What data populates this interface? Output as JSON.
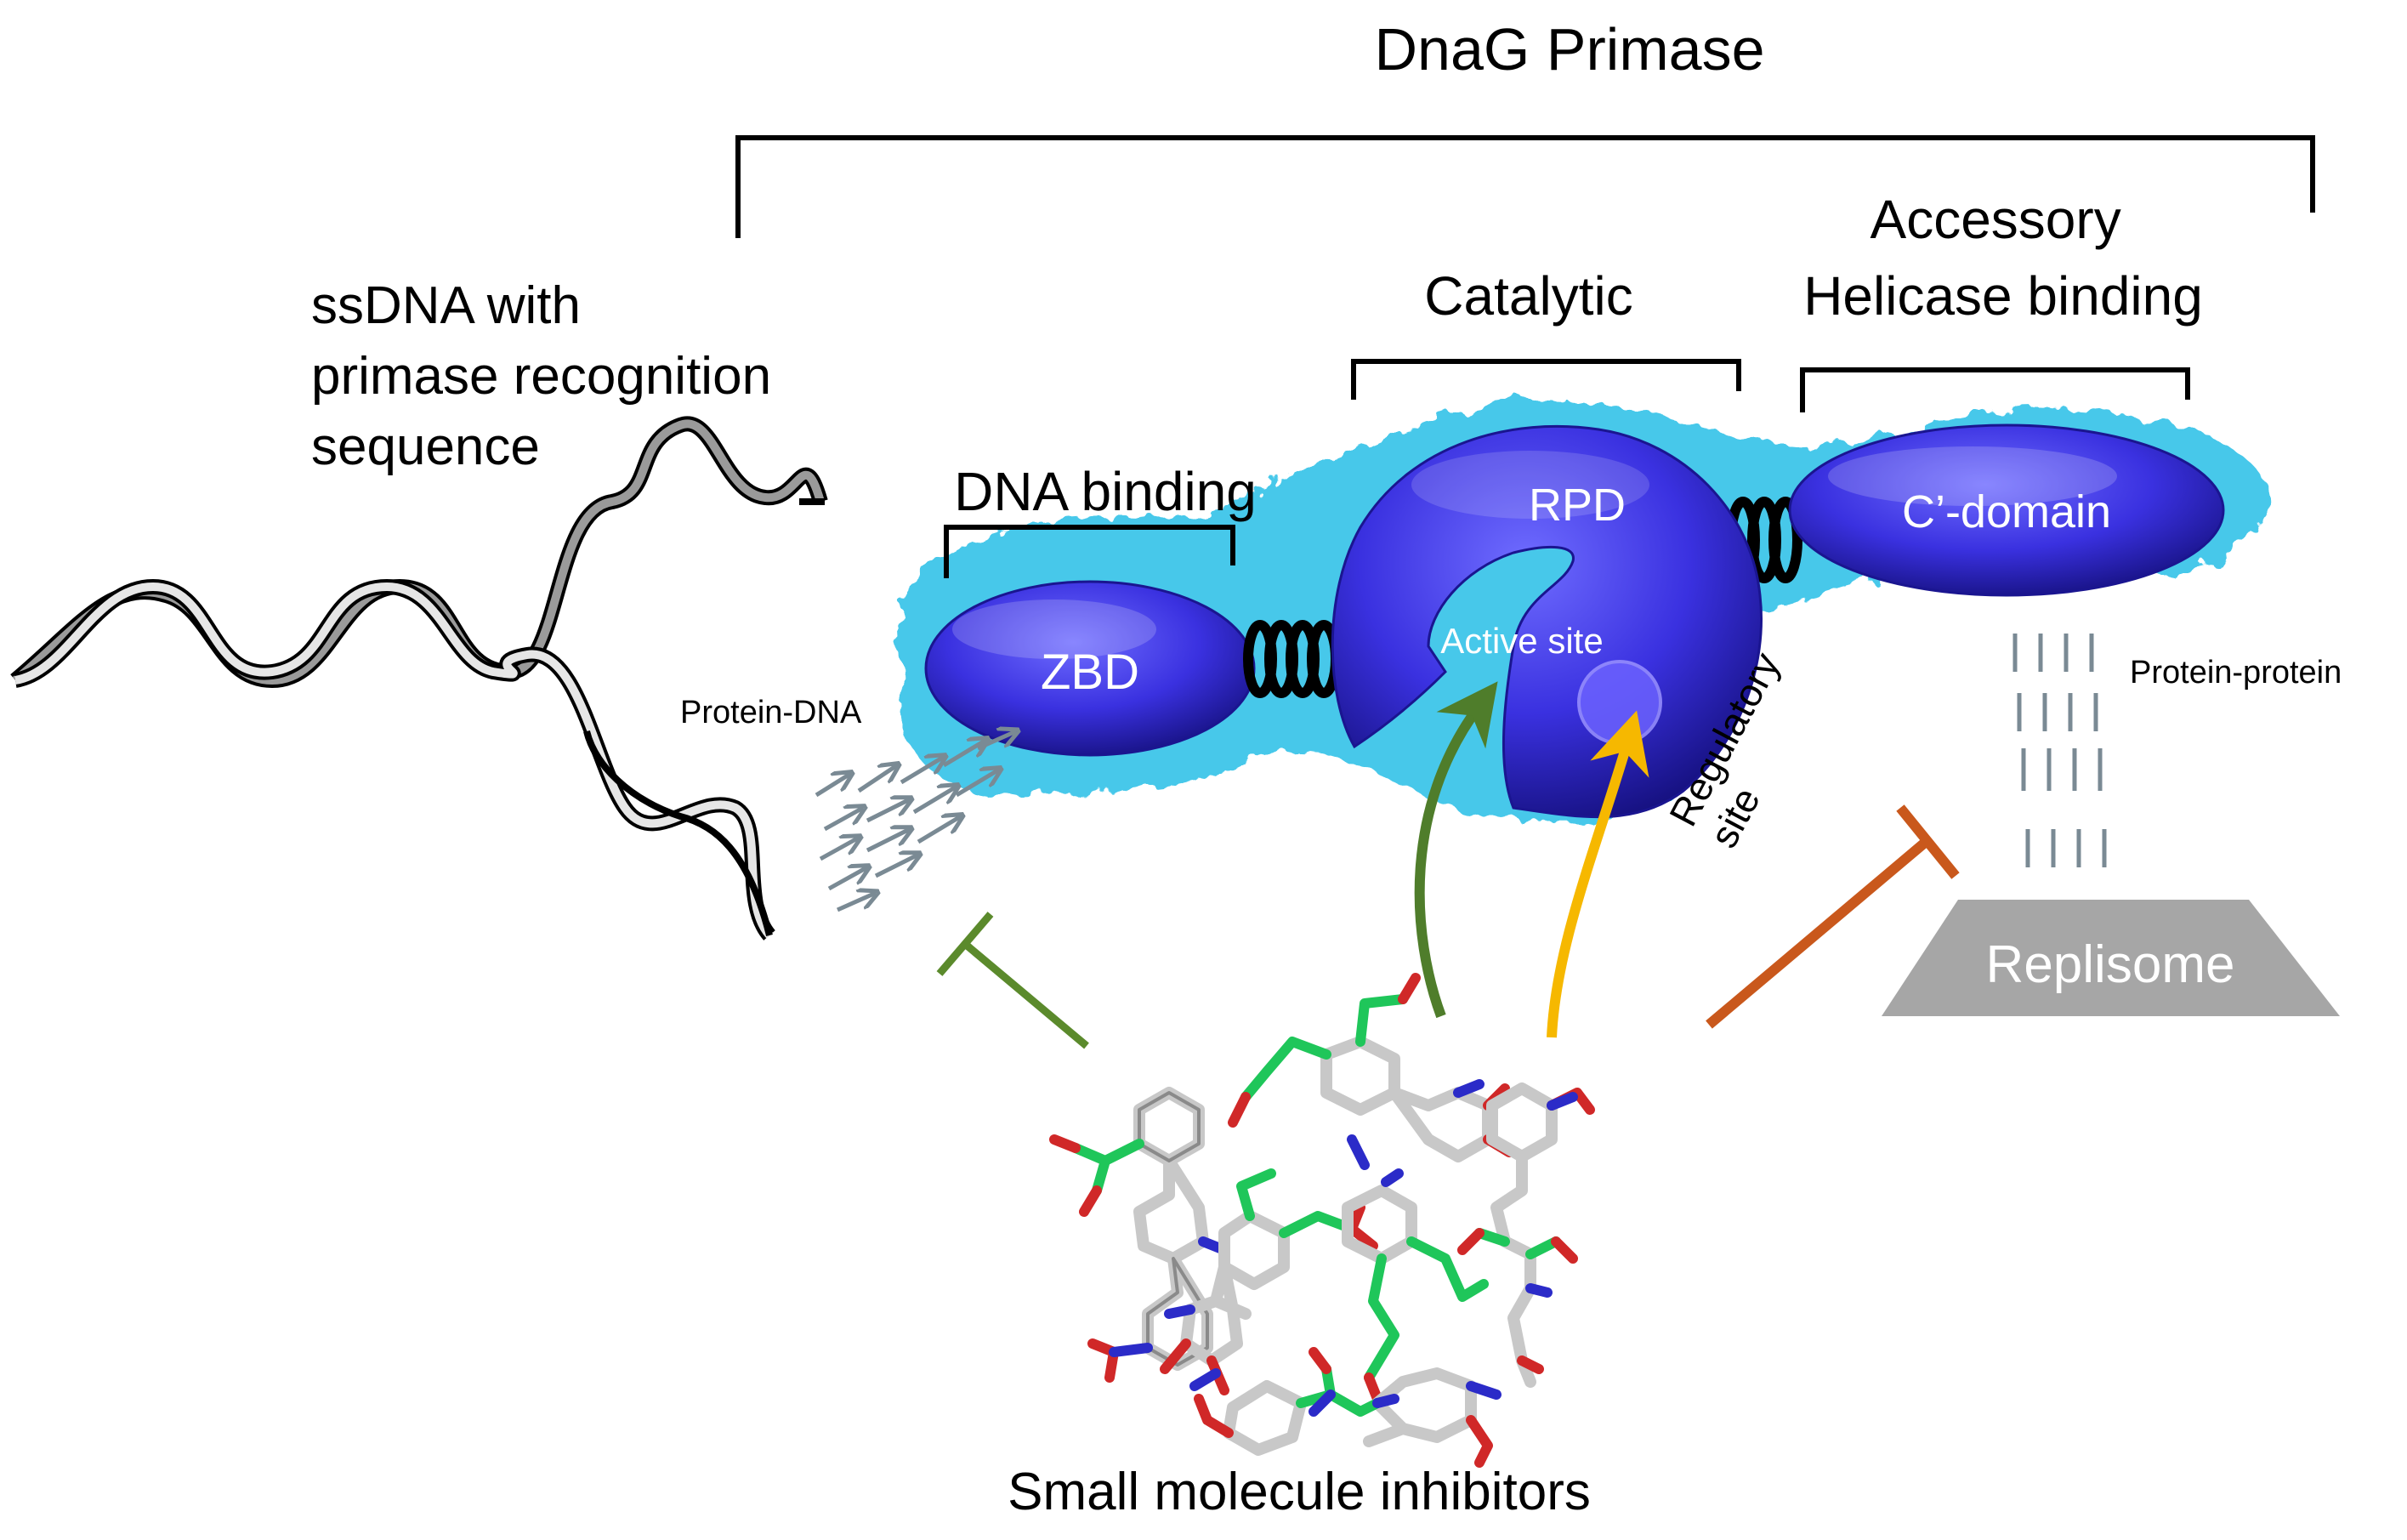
{
  "title": "DnaG Primase",
  "ssdna_label": [
    "ssDNA with",
    "primase recognition",
    "sequence"
  ],
  "region_labels": {
    "dna_binding": "DNA binding",
    "catalytic": "Catalytic",
    "accessory": [
      "Accessory",
      "Helicase binding"
    ]
  },
  "domains": {
    "zbd": "ZBD",
    "rpd": "RPD",
    "c_domain": "C’-domain"
  },
  "sites": {
    "active": "Active site",
    "regulatory": [
      "Regulatory",
      "site"
    ]
  },
  "interactions": {
    "protein_dna": "Protein-DNA",
    "protein_protein": "Protein-protein"
  },
  "replisome": "Replisome",
  "inhibitors_label": "Small molecule inhibitors",
  "colors": {
    "domain_fill": "#3b33e0",
    "domain_dark": "#14107e",
    "cloud": "#46c8ea",
    "green_arrow": "#4f7d2b",
    "yellow_arrow": "#f6b800",
    "orange_inhibit": "#c9581c",
    "green_inhibit": "#5b8a2c",
    "replisome": "#a6a6a6",
    "interaction_arrows": "#7a8a94"
  }
}
